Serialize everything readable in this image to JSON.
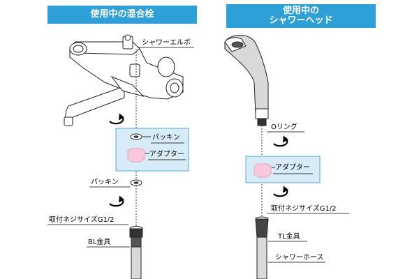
{
  "left": {
    "title": "使用中の混合栓",
    "labels": {
      "shower_elbow": "シャワーエルボ",
      "packing_upper": "パッキン",
      "adapter": "アダプター",
      "packing_lower": "パッキン",
      "thread_size": "取付ネジサイズG1/2",
      "fitting": "BL金具"
    }
  },
  "right": {
    "title_line1": "使用中の",
    "title_line2": "シャワーヘッド",
    "labels": {
      "o_ring": "Oリング",
      "adapter": "アダプター",
      "thread_size": "取付ネジサイズG1/2",
      "fitting": "TL金具",
      "hose": "シャワーホース"
    }
  },
  "colors": {
    "banner": "#2f9fd8",
    "highlight_box": "#d7ecf7",
    "adapter": "#f9c8dc",
    "hose": "#d9d9d9"
  }
}
